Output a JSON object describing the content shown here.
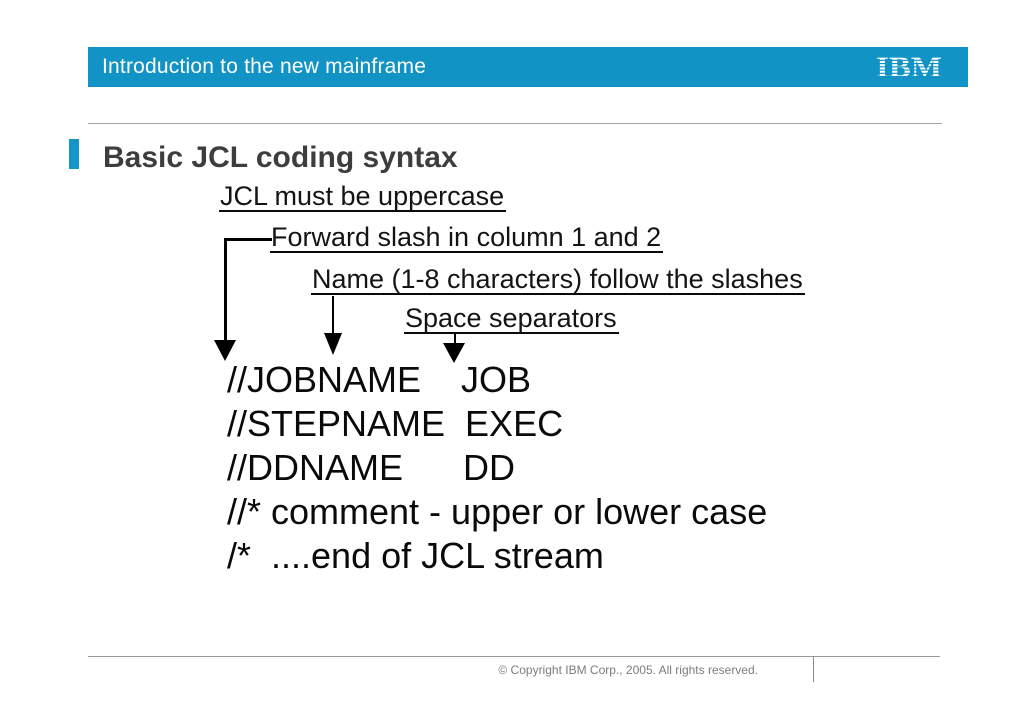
{
  "slide": {
    "header": {
      "title": "Introduction to the new mainframe",
      "logo_text": "IBM"
    },
    "section": {
      "title": "Basic JCL coding syntax"
    },
    "annotations": [
      {
        "label": "JCL must be uppercase"
      },
      {
        "label": "Forward slash in column 1 and 2"
      },
      {
        "label": "Name (1-8 characters) follow the slashes"
      },
      {
        "label": "Space separators"
      }
    ],
    "code_lines": [
      "//JOBNAME    JOB",
      "//STEPNAME  EXEC",
      "//DDNAME      DD",
      "//* comment - upper or lower case",
      "/*  ....end of JCL stream"
    ],
    "footer": {
      "copyright": "© Copyright IBM Corp., 2005. All rights reserved."
    },
    "colors": {
      "header_blue": "#1193c6",
      "bullet_blue": "#1596c9",
      "title_gray": "#3d3d3d",
      "rule_gray": "#a6a6a6",
      "footer_text_gray": "#7c7c7c",
      "text_black": "#0a0a0a"
    }
  }
}
